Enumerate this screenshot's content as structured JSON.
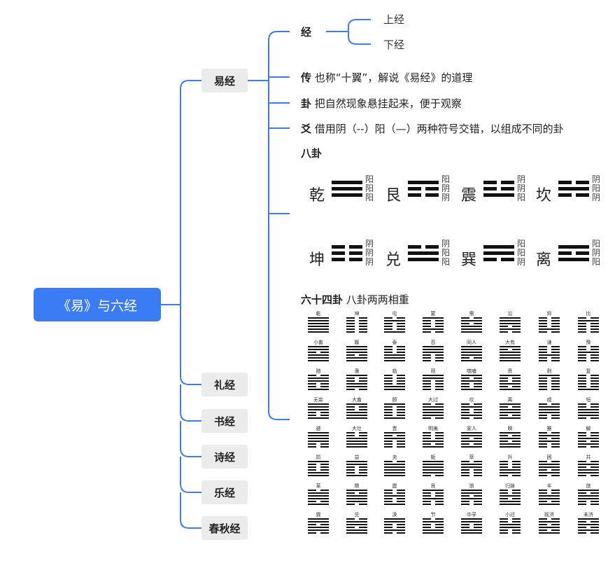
{
  "root": "《易》与六经",
  "branches": [
    "易经",
    "礼经",
    "书经",
    "诗经",
    "乐经",
    "春秋经"
  ],
  "yi": {
    "jing": {
      "title": "经",
      "children": [
        "上经",
        "下经"
      ]
    },
    "zhuan": {
      "term": "传",
      "desc": " 也称“十翼”，解说《易经》的道理"
    },
    "gua": {
      "term": "卦",
      "desc": " 把自然现象悬挂起来，便于观察"
    },
    "yao": {
      "term": "爻",
      "desc": " 借用阴（--）阳（—）两种符号交错，以组成不同的卦"
    }
  },
  "bagua": {
    "title": "八卦",
    "items": [
      {
        "name": "乾",
        "lines": [
          1,
          1,
          1
        ],
        "labels": [
          "阳",
          "阳",
          "阳"
        ]
      },
      {
        "name": "艮",
        "lines": [
          1,
          0,
          0
        ],
        "labels": [
          "阳",
          "阴",
          "阴"
        ]
      },
      {
        "name": "震",
        "lines": [
          0,
          0,
          1
        ],
        "labels": [
          "阴",
          "阴",
          "阳"
        ]
      },
      {
        "name": "坎",
        "lines": [
          0,
          1,
          0
        ],
        "labels": [
          "阴",
          "阳",
          "阴"
        ]
      },
      {
        "name": "坤",
        "lines": [
          0,
          0,
          0
        ],
        "labels": [
          "阴",
          "阴",
          "阴"
        ]
      },
      {
        "name": "兑",
        "lines": [
          0,
          1,
          1
        ],
        "labels": [
          "阴",
          "阳",
          "阳"
        ]
      },
      {
        "name": "巽",
        "lines": [
          1,
          1,
          0
        ],
        "labels": [
          "阳",
          "阳",
          "阴"
        ]
      },
      {
        "name": "离",
        "lines": [
          1,
          0,
          1
        ],
        "labels": [
          "阳",
          "阴",
          "阳"
        ]
      }
    ]
  },
  "liushisi": {
    "title": "六十四卦",
    "subtitle": " 八卦两两相重",
    "names": [
      "乾",
      "坤",
      "屯",
      "蒙",
      "需",
      "讼",
      "师",
      "比",
      "小畜",
      "履",
      "泰",
      "否",
      "同人",
      "大有",
      "谦",
      "豫",
      "随",
      "蛊",
      "临",
      "观",
      "噬嗑",
      "贲",
      "剥",
      "复",
      "无妄",
      "大畜",
      "颐",
      "大过",
      "坎",
      "离",
      "咸",
      "恒",
      "遯",
      "大壮",
      "晋",
      "明夷",
      "家人",
      "睽",
      "蹇",
      "解",
      "损",
      "益",
      "夬",
      "姤",
      "萃",
      "升",
      "困",
      "井",
      "革",
      "鼎",
      "震",
      "艮",
      "渐",
      "归妹",
      "丰",
      "旅",
      "巽",
      "兑",
      "涣",
      "节",
      "中孚",
      "小过",
      "既济",
      "未济"
    ]
  },
  "colors": {
    "accent": "#3b7cf5",
    "line": "#3b7cf5",
    "box": "#ececec"
  }
}
